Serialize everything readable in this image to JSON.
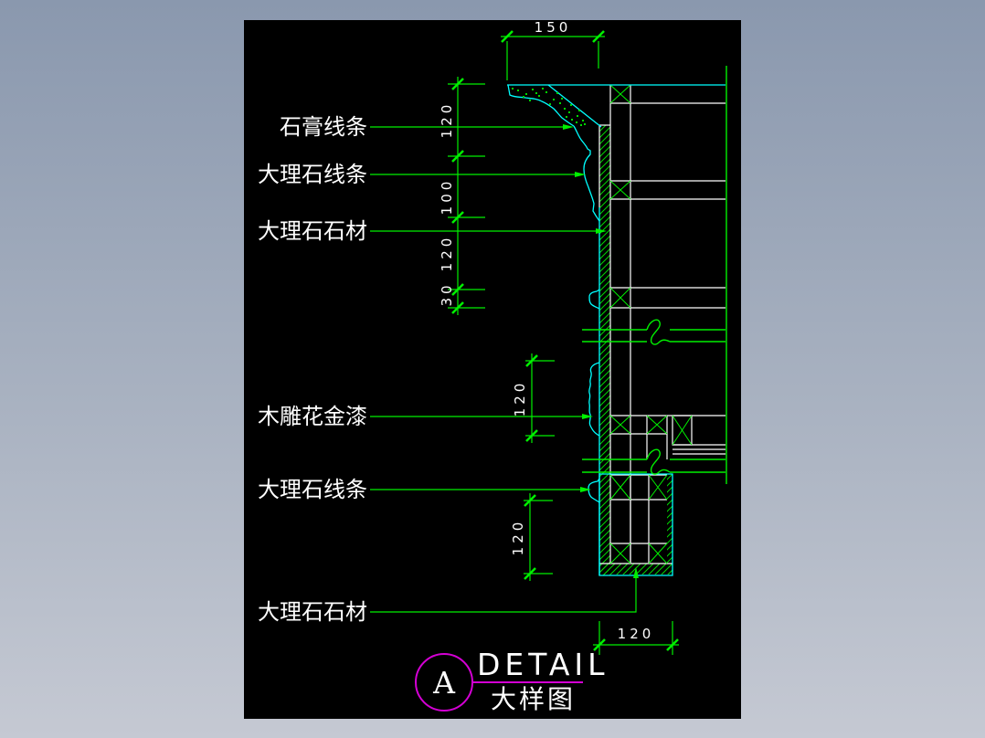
{
  "viewer": {
    "frame_top_color": "#8a98ae",
    "frame_bottom_color": "#c5c9d3",
    "canvas_color": "#000000"
  },
  "palette": {
    "dimension_green": "#00f000",
    "profile_cyan": "#00ffff",
    "structure_white": "#ffffff",
    "title_magenta": "#d400d4",
    "text_white": "#ffffff"
  },
  "callouts": [
    {
      "id": "plaster-molding",
      "text": "石膏线条"
    },
    {
      "id": "marble-molding-upper",
      "text": "大理石线条"
    },
    {
      "id": "marble-stone-upper",
      "text": "大理石石材"
    },
    {
      "id": "wood-carving-gold",
      "text": "木雕花金漆"
    },
    {
      "id": "marble-molding-lower",
      "text": "大理石线条"
    },
    {
      "id": "marble-stone-lower",
      "text": "大理石石材"
    }
  ],
  "dimensions": {
    "top_width": "150",
    "left_chain": [
      "120",
      "100",
      "120",
      "30"
    ],
    "carving_height": "120",
    "lower_panel_height": "120",
    "bottom_width": "120"
  },
  "title_block": {
    "bubble_letter": "A",
    "title_primary": "DETAIL",
    "title_secondary": "大样图"
  }
}
